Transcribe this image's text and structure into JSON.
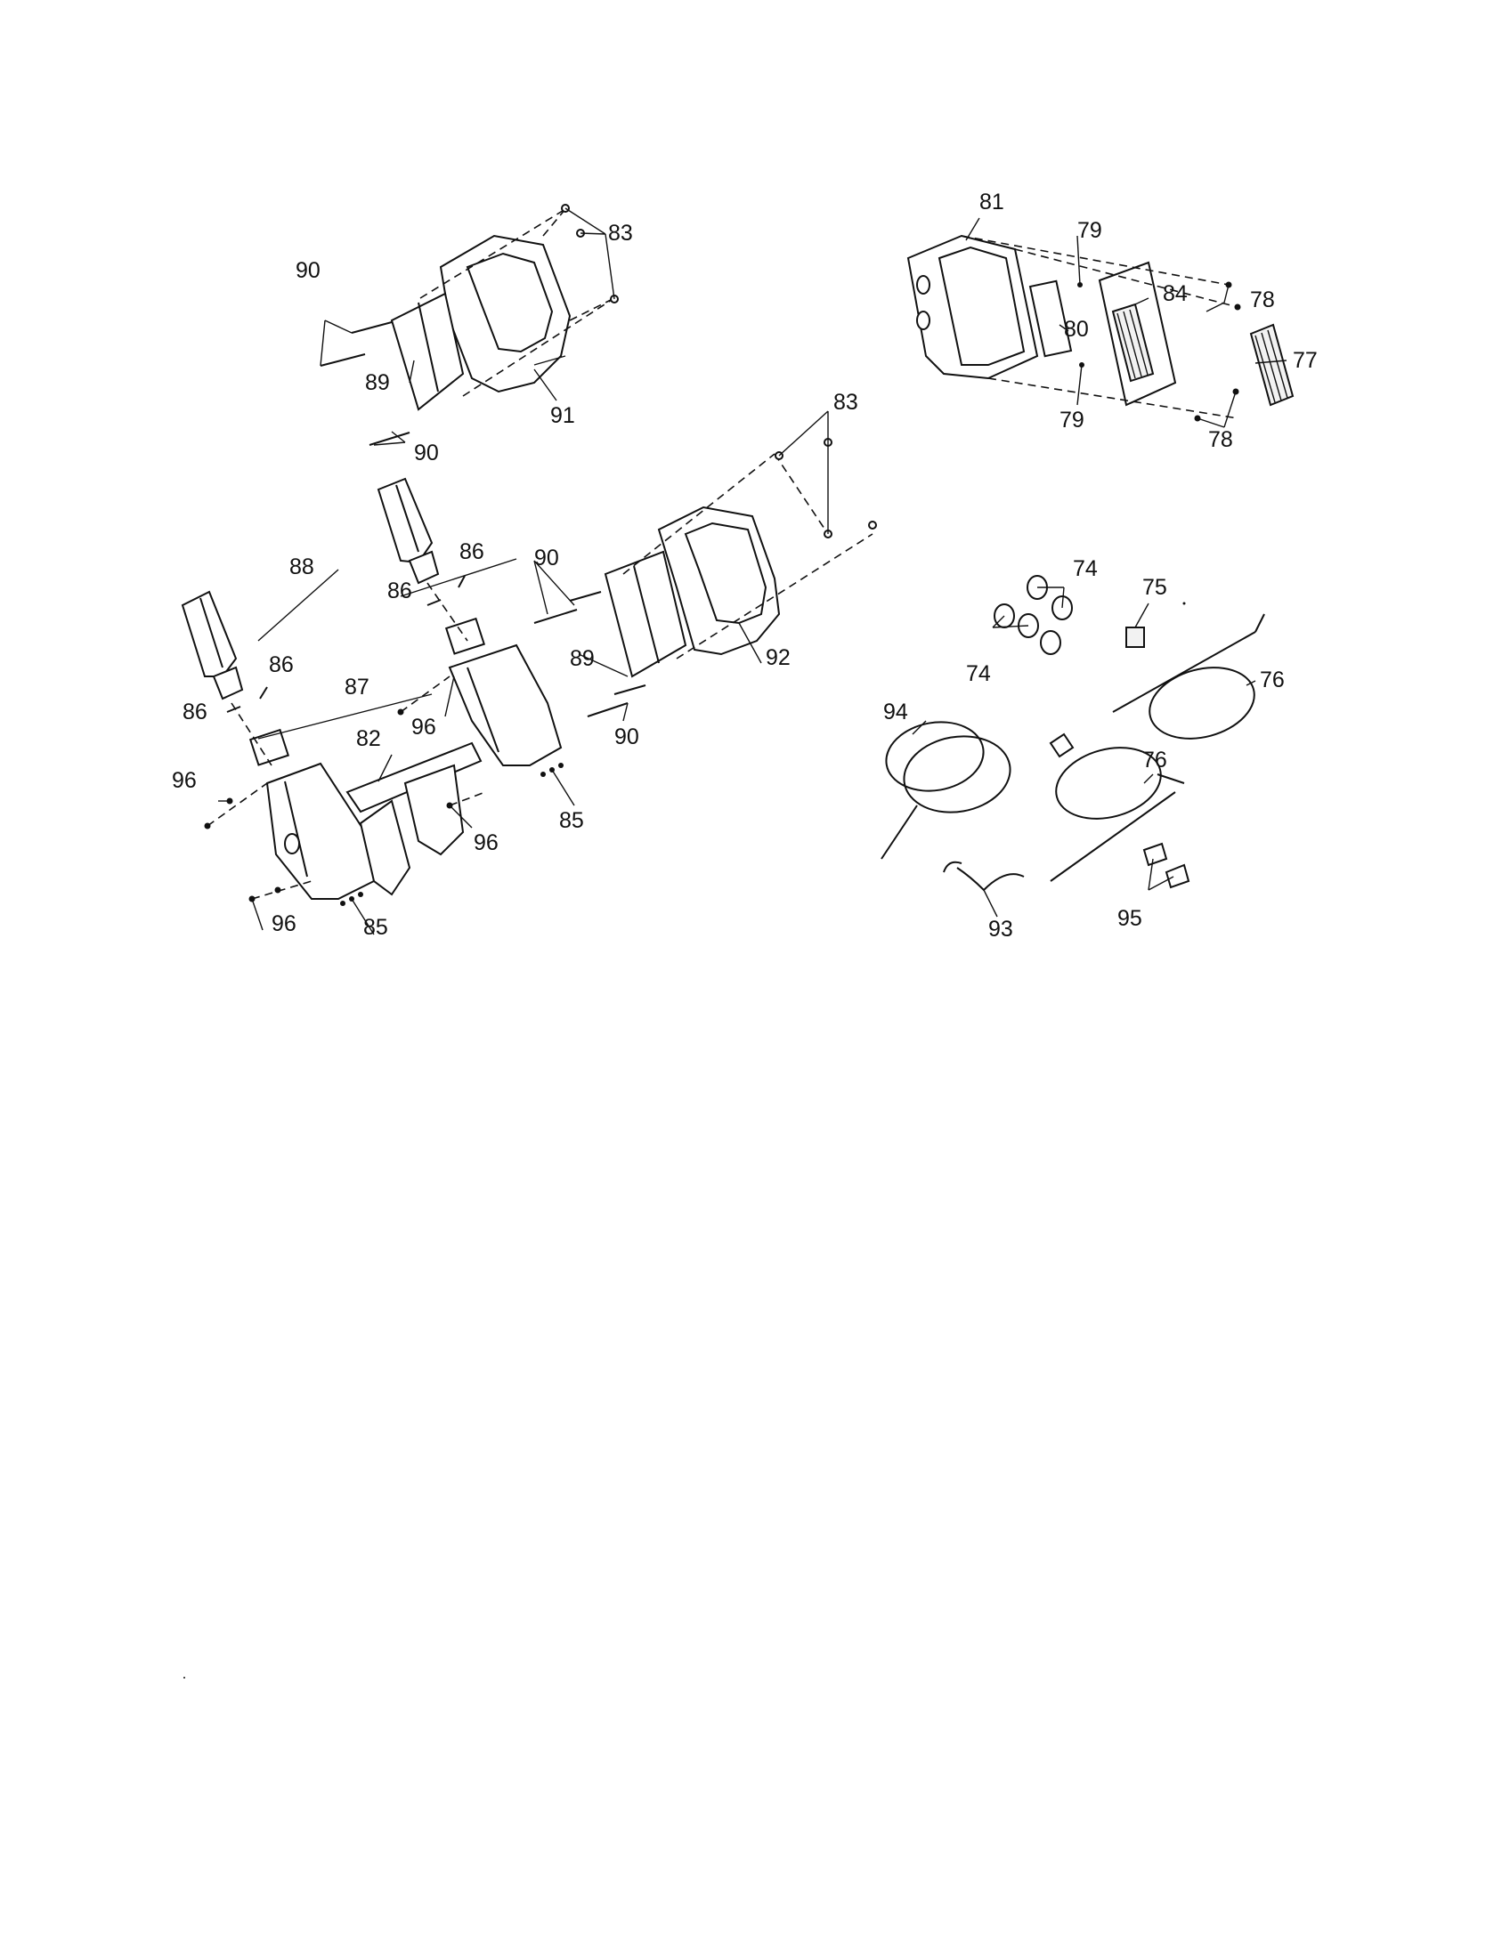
{
  "callouts": {
    "c74a": "74",
    "c74b": "74",
    "c75": "75",
    "c76a": "76",
    "c76b": "76",
    "c77": "77",
    "c78a": "78",
    "c78b": "78",
    "c79a": "79",
    "c79b": "79",
    "c80": "80",
    "c81": "81",
    "c82": "82",
    "c83a": "83",
    "c83b": "83",
    "c84": "84",
    "c85a": "85",
    "c85b": "85",
    "c86a": "86",
    "c86b": "86",
    "c86c": "86",
    "c86d": "86",
    "c87": "87",
    "c88": "88",
    "c89a": "89",
    "c89b": "89",
    "c90a": "90",
    "c90b": "90",
    "c90c": "90",
    "c90d": "90",
    "c91": "91",
    "c92": "92",
    "c93": "93",
    "c94": "94",
    "c95": "95",
    "c96a": "96",
    "c96b": "96",
    "c96c": "96",
    "c96d": "96"
  }
}
